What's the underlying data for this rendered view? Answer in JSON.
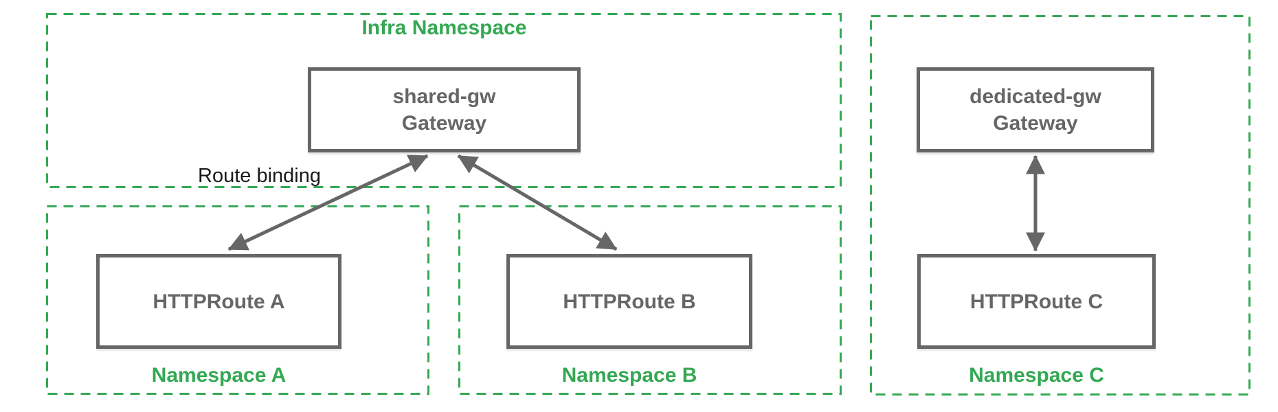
{
  "colors": {
    "namespace_green": "#34A853",
    "node_gray": "#666666",
    "annotation_black": "#1a1a1a",
    "background": "#ffffff"
  },
  "namespaces": {
    "infra": {
      "label": "Infra Namespace",
      "label_position": "top"
    },
    "a": {
      "label": "Namespace A",
      "label_position": "bottom"
    },
    "b": {
      "label": "Namespace B",
      "label_position": "bottom"
    },
    "c": {
      "label": "Namespace C",
      "label_position": "bottom"
    }
  },
  "nodes": {
    "shared_gw": {
      "name": "shared-gw",
      "kind": "Gateway"
    },
    "dedicated_gw": {
      "name": "dedicated-gw",
      "kind": "Gateway"
    },
    "route_a": {
      "label": "HTTPRoute A"
    },
    "route_b": {
      "label": "HTTPRoute B"
    },
    "route_c": {
      "label": "HTTPRoute C"
    }
  },
  "annotations": {
    "route_binding": "Route binding"
  },
  "edges": [
    {
      "from": "HTTPRoute A",
      "to": "shared-gw Gateway",
      "label": "Route binding",
      "bidirectional": true
    },
    {
      "from": "HTTPRoute B",
      "to": "shared-gw Gateway",
      "bidirectional": true
    },
    {
      "from": "HTTPRoute C",
      "to": "dedicated-gw Gateway",
      "bidirectional": true
    }
  ]
}
